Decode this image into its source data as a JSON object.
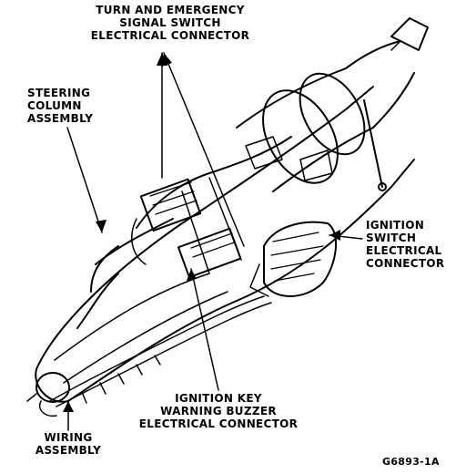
{
  "labels": {
    "turn_signal": [
      "TURN AND EMERGENCY",
      "SIGNAL SWITCH",
      "ELECTRICAL CONNECTOR"
    ],
    "steering_column": [
      "STEERING",
      "COLUMN",
      "ASSEMBLY"
    ],
    "ignition_switch": [
      "IGNITION",
      "SWITCH",
      "ELECTRICAL",
      "CONNECTOR"
    ],
    "key_buzzer": [
      "IGNITION KEY",
      "WARNING BUZZER",
      "ELECTRICAL CONNECTOR"
    ],
    "wiring": [
      "WIRING",
      "ASSEMBLY"
    ]
  },
  "figure_id": "G6893-1A",
  "colors": {
    "ink": "#000000",
    "paper": "#ffffff"
  }
}
